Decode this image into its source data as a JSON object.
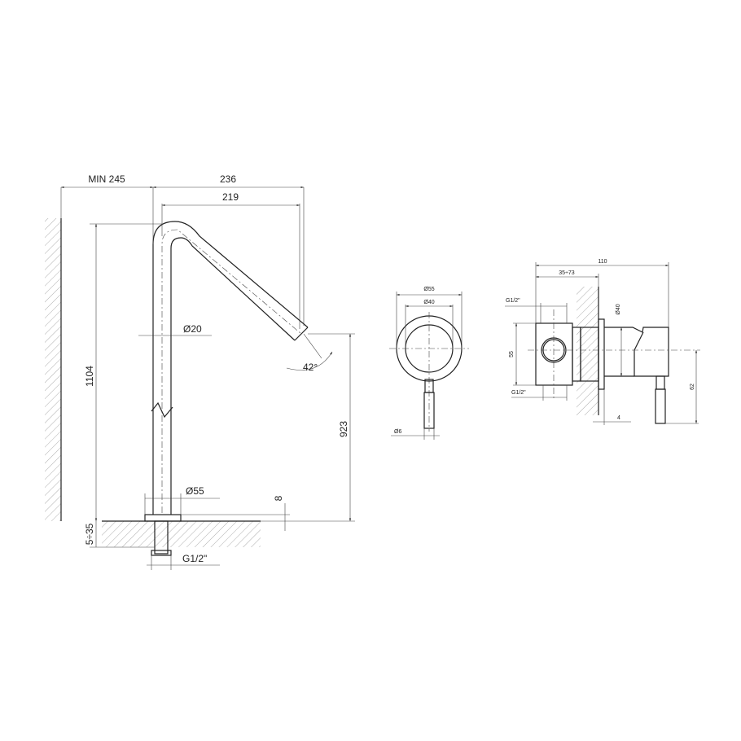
{
  "spout_view": {
    "min_offset": "MIN 245",
    "reach_total": "236",
    "reach_outlet": "219",
    "pipe_diameter": "Ø20",
    "angle": "42°",
    "total_height": "1104",
    "outlet_height": "923",
    "base_diameter": "Ø55",
    "base_thickness": "8",
    "floor_range": "5÷35",
    "thread": "G1/2\""
  },
  "front_view": {
    "plate_diameter": "Ø55",
    "body_diameter": "Ø40",
    "handle_diameter": "Ø6"
  },
  "side_view": {
    "total_depth": "110",
    "wall_range": "35÷73",
    "inlet_top": "G1/2\"",
    "inlet_bottom": "G1/2\"",
    "body_diameter": "Ø40",
    "box_height": "55",
    "handle_length": "62",
    "plate_thickness": "4"
  }
}
